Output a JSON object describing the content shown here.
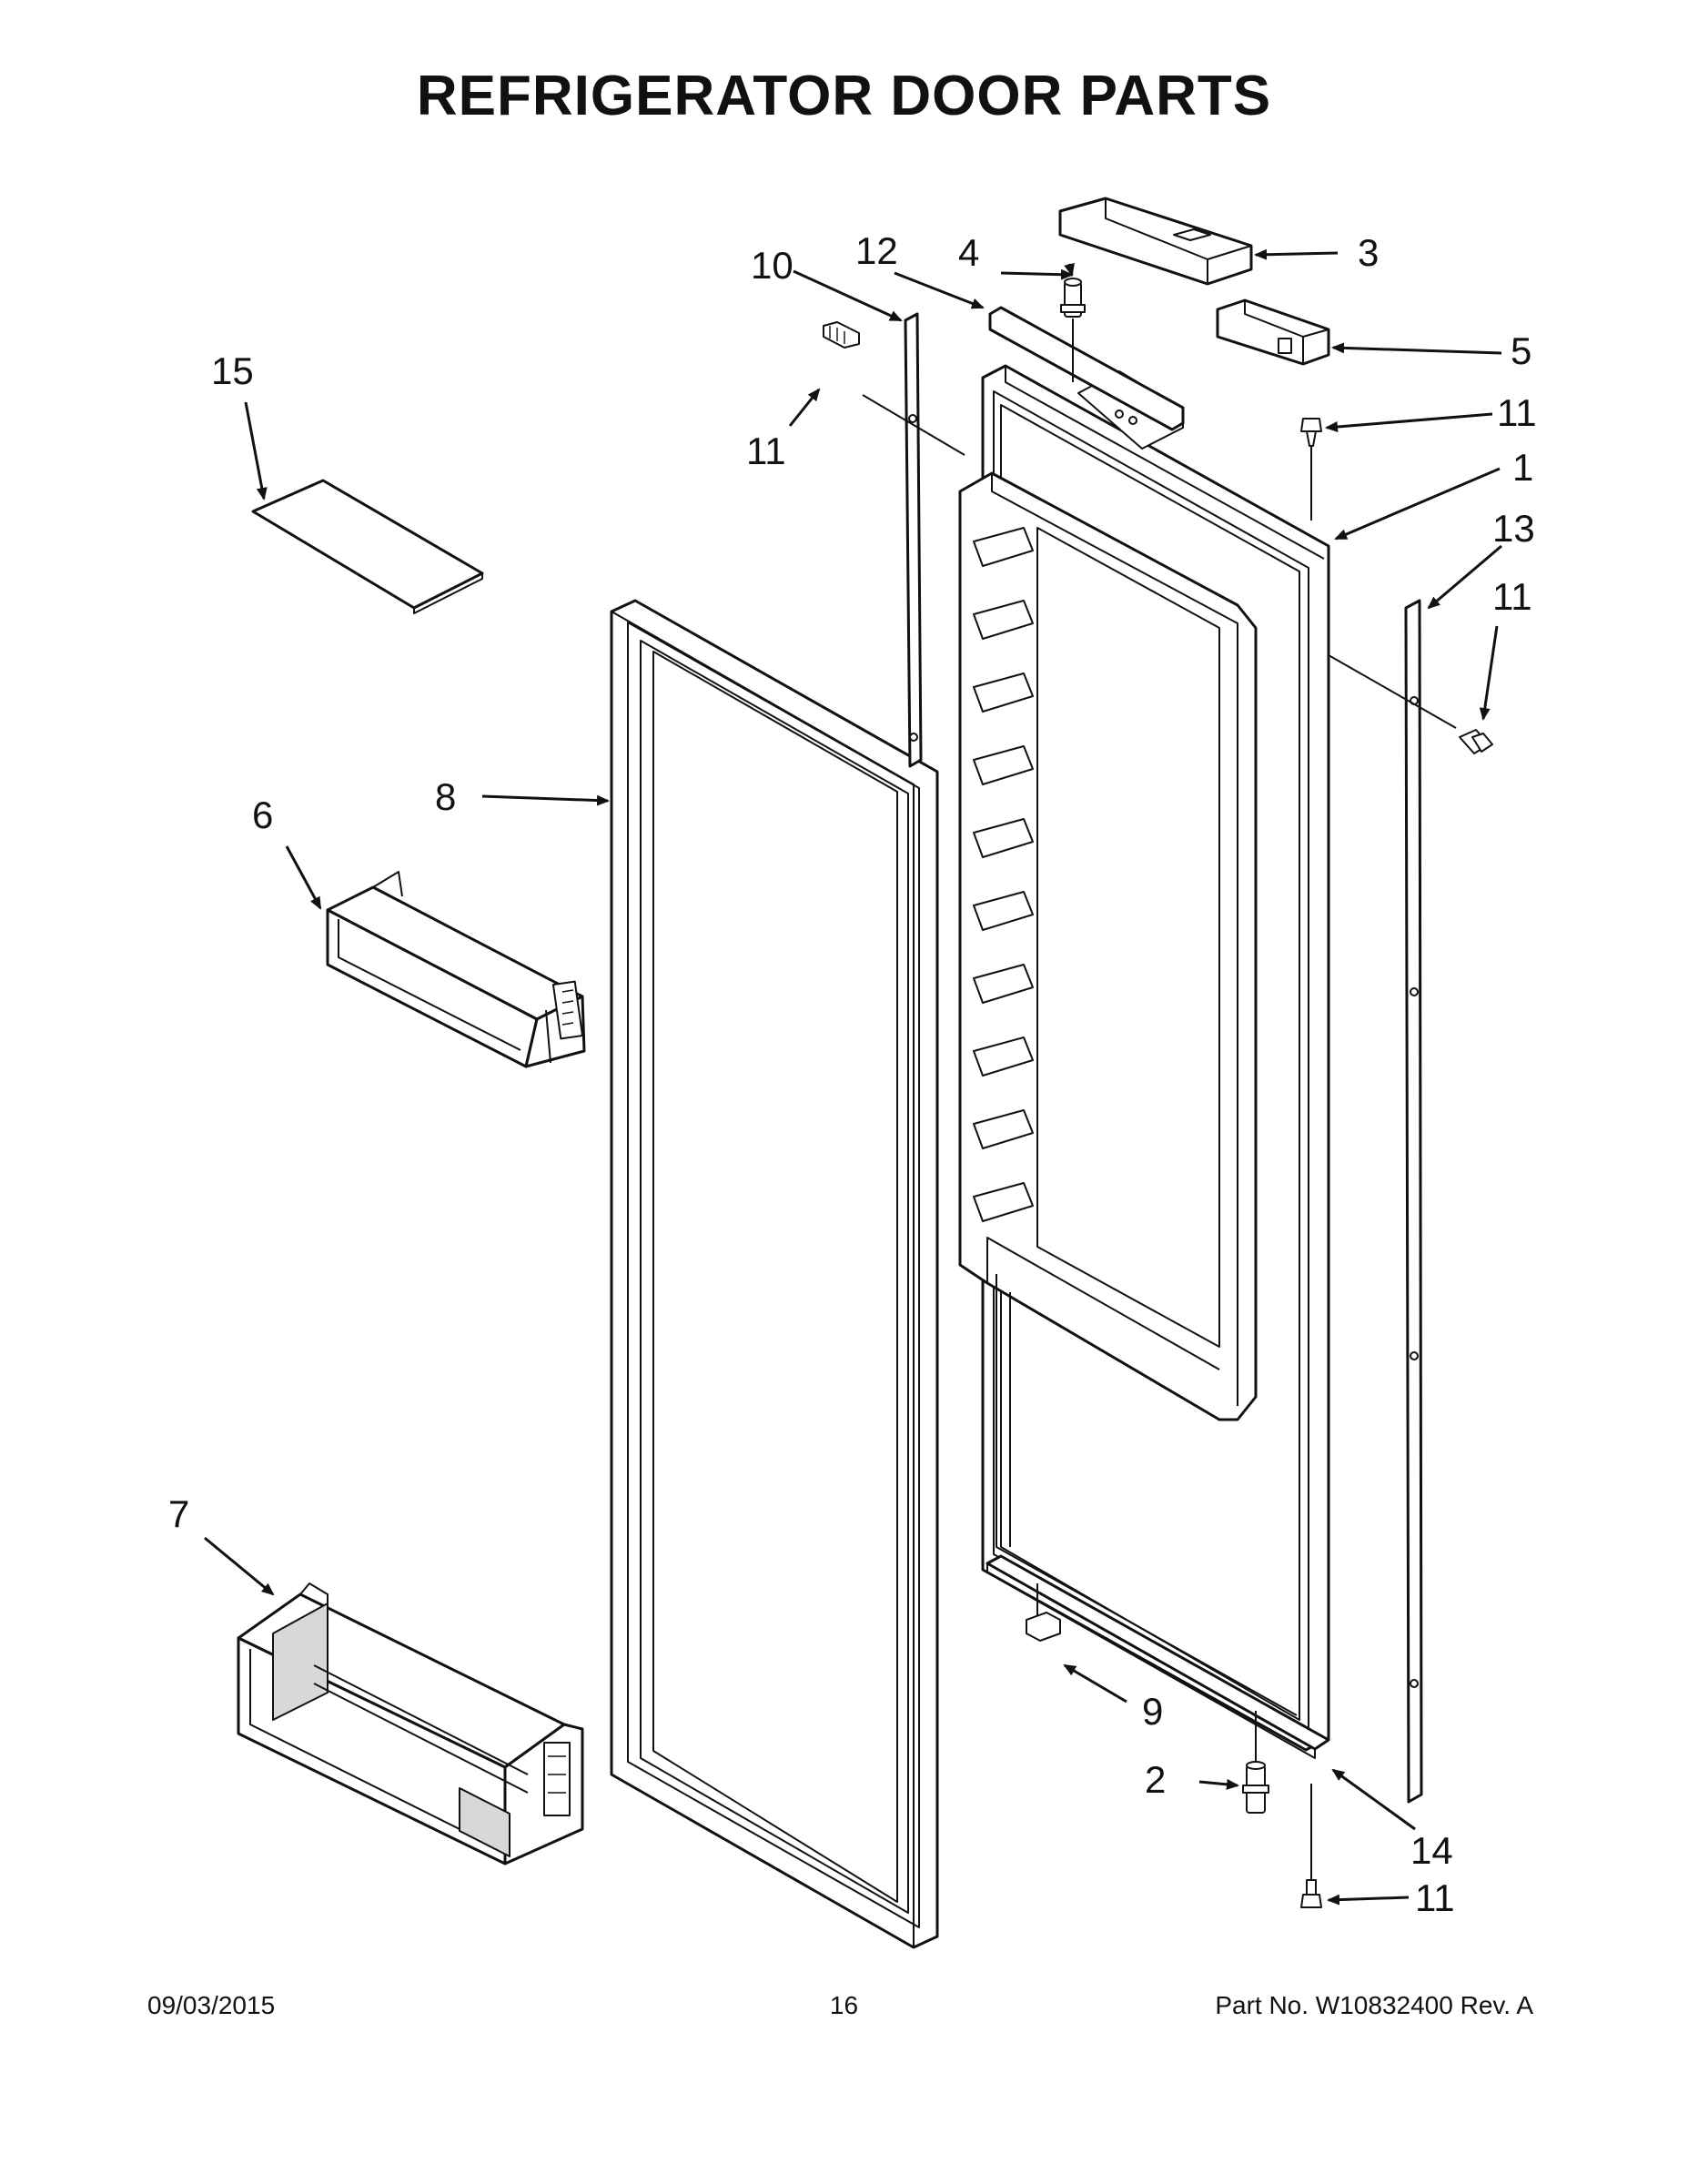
{
  "title": "REFRIGERATOR DOOR PARTS",
  "footer": {
    "date": "09/03/2015",
    "page": "16",
    "part_number": "Part No.  W10832400  Rev.  A"
  },
  "callouts": {
    "c1": "1",
    "c2": "2",
    "c3": "3",
    "c4": "4",
    "c5": "5",
    "c6": "6",
    "c7": "7",
    "c8": "8",
    "c9": "9",
    "c10": "10",
    "c11a": "11",
    "c11b": "11",
    "c11c": "11",
    "c11d": "11",
    "c12": "12",
    "c13": "13",
    "c14": "14",
    "c15": "15"
  }
}
